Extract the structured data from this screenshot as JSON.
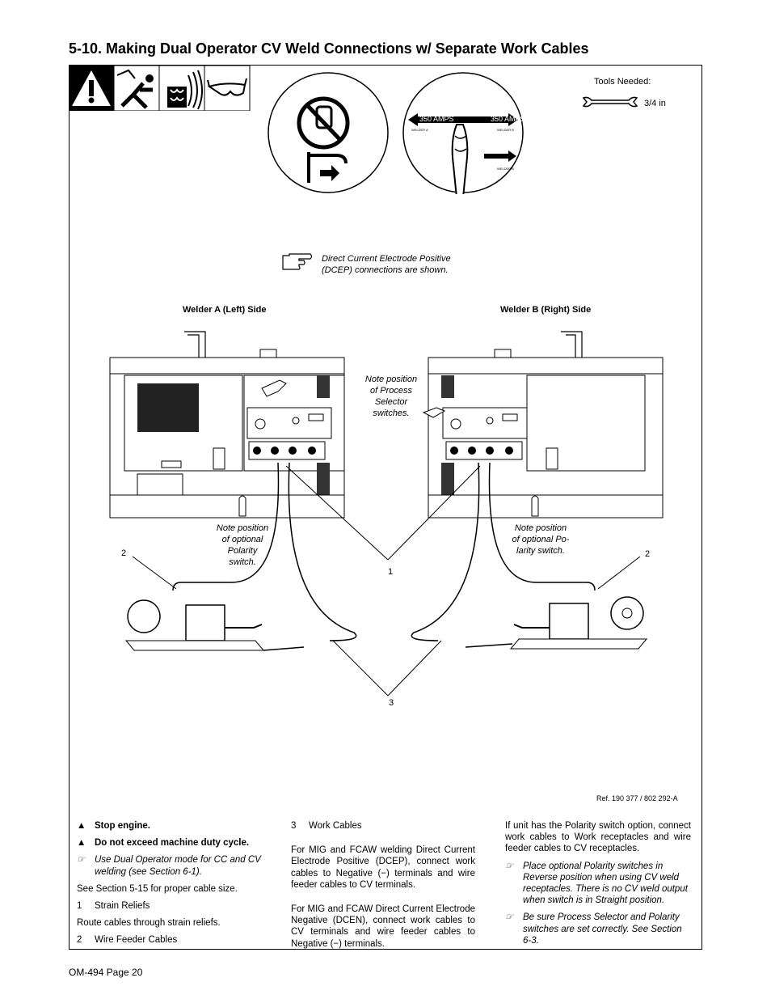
{
  "title": "5-10.  Making Dual Operator CV Weld Connections w/ Separate Work Cables",
  "tools": {
    "heading": "Tools Needed:",
    "wrench": "3/4 in"
  },
  "note_top": {
    "line1": "Direct  Current  Electrode  Positive",
    "line2": "(DCEP) connections are shown."
  },
  "left_side": "Welder A (Left) Side",
  "right_side": "Welder B (Right) Side",
  "note_process": [
    "Note position",
    "of Process",
    "Selector",
    "switches."
  ],
  "note_polarity_left": [
    "Note position",
    "of optional",
    "Polarity",
    "switch."
  ],
  "note_polarity_right": [
    "Note position",
    "of optional  Po-",
    "larity switch."
  ],
  "callouts": {
    "c1": "1",
    "c2a": "2",
    "c2b": "2",
    "c3": "3"
  },
  "circle_labels": {
    "welder_a": "WELDER A",
    "welder_b": "WELDER B",
    "amps": "350 AMPS"
  },
  "ref": "Ref. 190 377 / 802 292-A",
  "col1": {
    "warn1": "Stop engine.",
    "warn2": "Do not exceed machine duty cycle.",
    "note": "Use Dual Operator mode for CC and CV welding (see Section 6-1).",
    "see": "See Section 5-15 for proper cable size.",
    "item1_num": "1",
    "item1": "Strain Reliefs",
    "route": "Route cables through strain reliefs.",
    "item2_num": "2",
    "item2": "Wire Feeder Cables"
  },
  "col2": {
    "item3_num": "3",
    "item3": "Work Cables",
    "p1": "For MIG and FCAW welding Direct Current Electrode Positive (DCEP), connect work cables to Negative (−) terminals and wire feeder cables to CV terminals.",
    "p2": "For MIG and FCAW Direct Current Electrode Negative (DCEN), connect work cables to CV terminals and wire feeder cables to Negative (−) terminals."
  },
  "col3": {
    "p1": "If unit has the Polarity switch option, connect work cables to Work receptacles and wire feeder cables to CV receptacles.",
    "note1": "Place optional Polarity switches in Reverse position when using CV weld receptacles. There is no CV weld output when switch is in Straight position.",
    "note2": "Be sure Process Selector and Polarity switches are set correctly. See Section 6-3."
  },
  "footer": "OM-494 Page 20"
}
